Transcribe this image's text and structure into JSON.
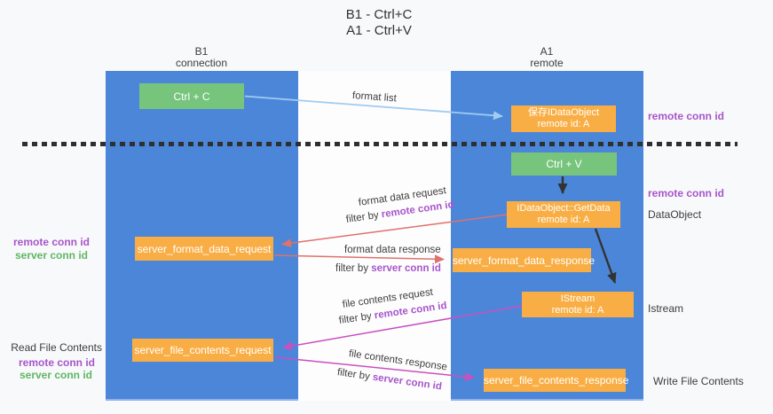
{
  "title": {
    "line1": "B1 - Ctrl+C",
    "line2": "A1 - Ctrl+V"
  },
  "columns": {
    "left": {
      "header_line1": "B1",
      "header_line2": "connection"
    },
    "right": {
      "header_line1": "A1",
      "header_line2": "remote"
    }
  },
  "nodes": {
    "ctrl_c": "Ctrl + C",
    "ctrl_v": "Ctrl + V",
    "save_idataobject": {
      "line1": "保存IDataObject",
      "line2": "remote id: A"
    },
    "idataobject_getdata": {
      "line1": "IDataObject::GetData",
      "line2": "remote id: A"
    },
    "istream": {
      "line1": "IStream",
      "line2": "remote id: A"
    },
    "server_format_data_request": "server_format_data_request",
    "server_format_data_response": "server_format_data_response",
    "server_file_contents_request": "server_file_contents_request",
    "server_file_contents_response": "server_file_contents_response"
  },
  "arrow_labels": {
    "format_list": "format list",
    "format_data_request": "format data request",
    "format_data_response": "format data response",
    "file_contents_request": "file contents request",
    "file_contents_response": "file contents response",
    "filter_by": "filter by ",
    "remote_conn_id": "remote conn id",
    "server_conn_id": "server conn id"
  },
  "side_labels": {
    "right_remote_conn_id_top": "remote conn id",
    "right_remote_conn_id_mid": "remote conn id",
    "dataobject": "DataObject",
    "istream": "Istream",
    "write_file_contents": "Write File Contents",
    "left_remote_conn_id_1": "remote conn id",
    "left_server_conn_id_1": "server conn id",
    "read_file_contents": "Read File Contents",
    "left_remote_conn_id_2": "remote conn id",
    "left_server_conn_id_2": "server conn id"
  },
  "colors": {
    "background": "#f8f9fa",
    "column_blue": "#4c86d9",
    "node_green": "#77c47d",
    "node_orange": "#f9ae45",
    "arrow_light_blue": "#9fccf0",
    "arrow_salmon": "#e0716b",
    "arrow_magenta": "#c950c0",
    "arrow_black": "#333333",
    "conn_id_purple": "#a855cb",
    "conn_id_green": "#5fb663"
  }
}
